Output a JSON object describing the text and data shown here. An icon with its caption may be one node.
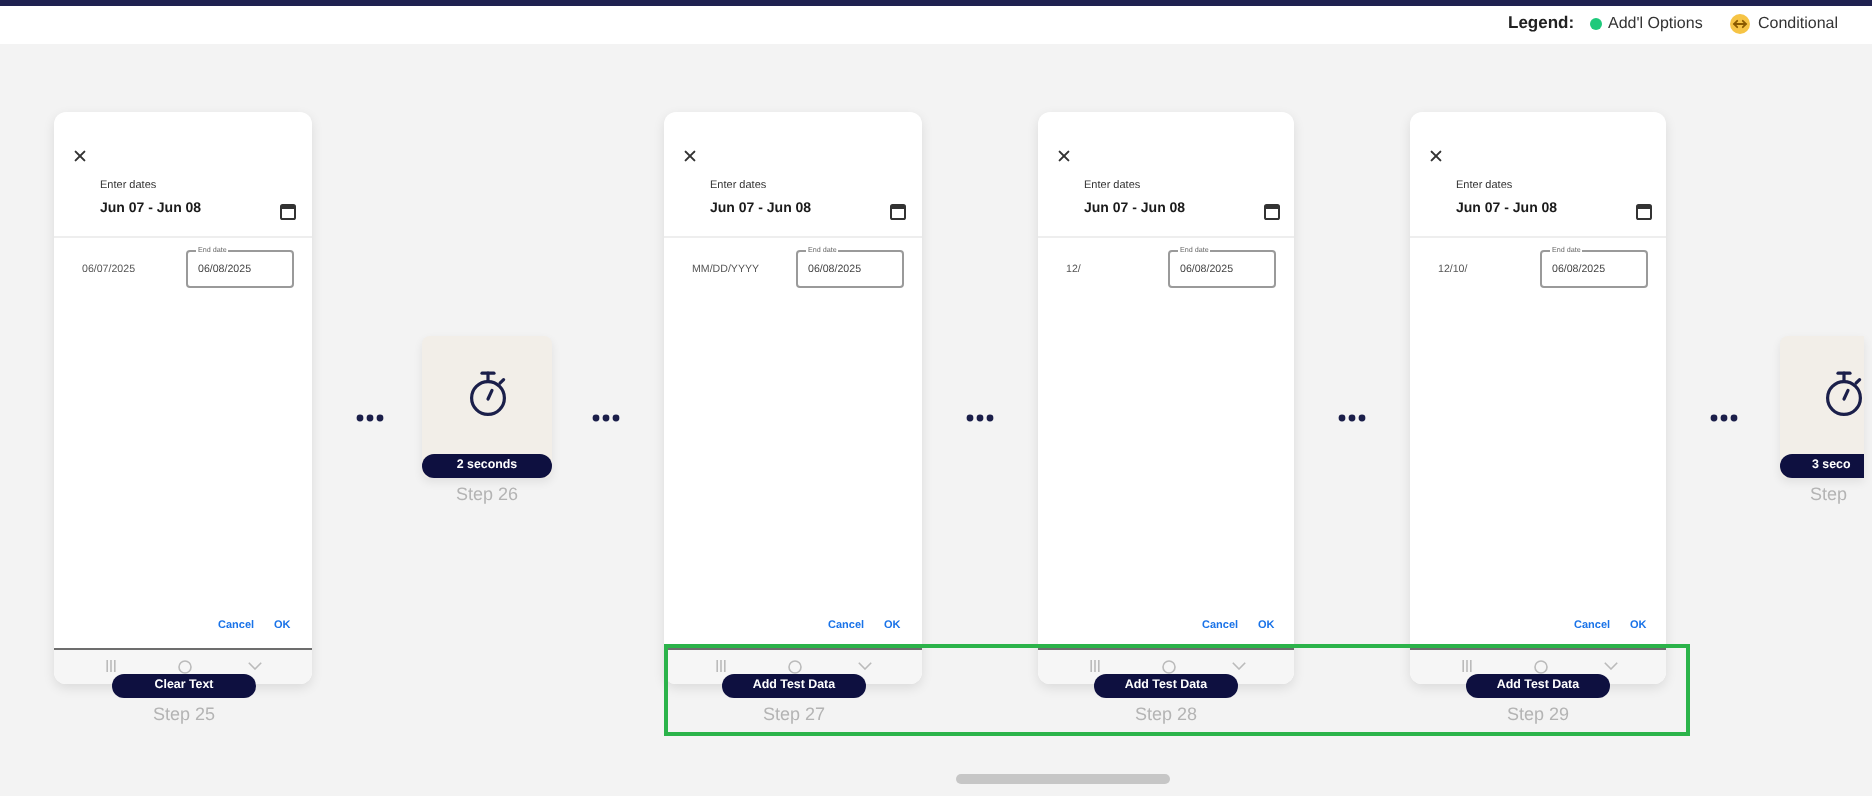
{
  "diagram": {
    "nodes": [
      {
        "text": [
          "Enter dates",
          "Jun 07 - Jun 08",
          "06/07/2025",
          "Cancel",
          "OK"
        ]
      },
      {
        "text": [
          "End date",
          "06/08/2025"
        ],
        "in": 0
      },
      {
        "text": [
          "Clear Text"
        ],
        "beside": [
          "Step 25"
        ]
      },
      {
        "text": [],
        "shape": "box"
      },
      {
        "text": [
          "2 seconds"
        ],
        "beside": [
          "Step 26"
        ],
        "in": 3
      },
      {
        "text": [
          "Enter dates",
          "Jun 07 - Jun 08",
          "MM/DD/YYYY",
          "Cancel",
          "OK"
        ]
      },
      {
        "text": [
          "End date",
          "06/08/2025"
        ],
        "in": 5
      },
      {
        "text": [
          "Add Test Data"
        ],
        "beside": [
          "Step 27"
        ]
      },
      {
        "text": [
          "Enter dates",
          "Jun 07 - Jun 08",
          "12/",
          "Cancel",
          "OK"
        ]
      },
      {
        "text": [
          "End date",
          "06/08/2025"
        ],
        "in": 8
      },
      {
        "text": [
          "Add Test Data"
        ],
        "beside": [
          "Step 28"
        ]
      },
      {
        "text": [
          "Enter dates",
          "Jun 07 - Jun 08",
          "12/10/",
          "Cancel",
          "OK"
        ]
      },
      {
        "text": [
          "End date",
          "06/08/2025"
        ],
        "in": 11
      },
      {
        "text": [
          "Add Test Data"
        ],
        "beside": [
          "Step 29"
        ]
      },
      {
        "text": [],
        "shape": "box"
      },
      {
        "text": [
          "3 seco"
        ],
        "beside": [
          "Step"
        ],
        "in": 14
      }
    ],
    "labels": [
      "Legend:"
    ],
    "legend": [
      {
        "text": "Add'l Options",
        "color": "#1ec97b"
      },
      {
        "text": "Conditional"
      }
    ]
  }
}
